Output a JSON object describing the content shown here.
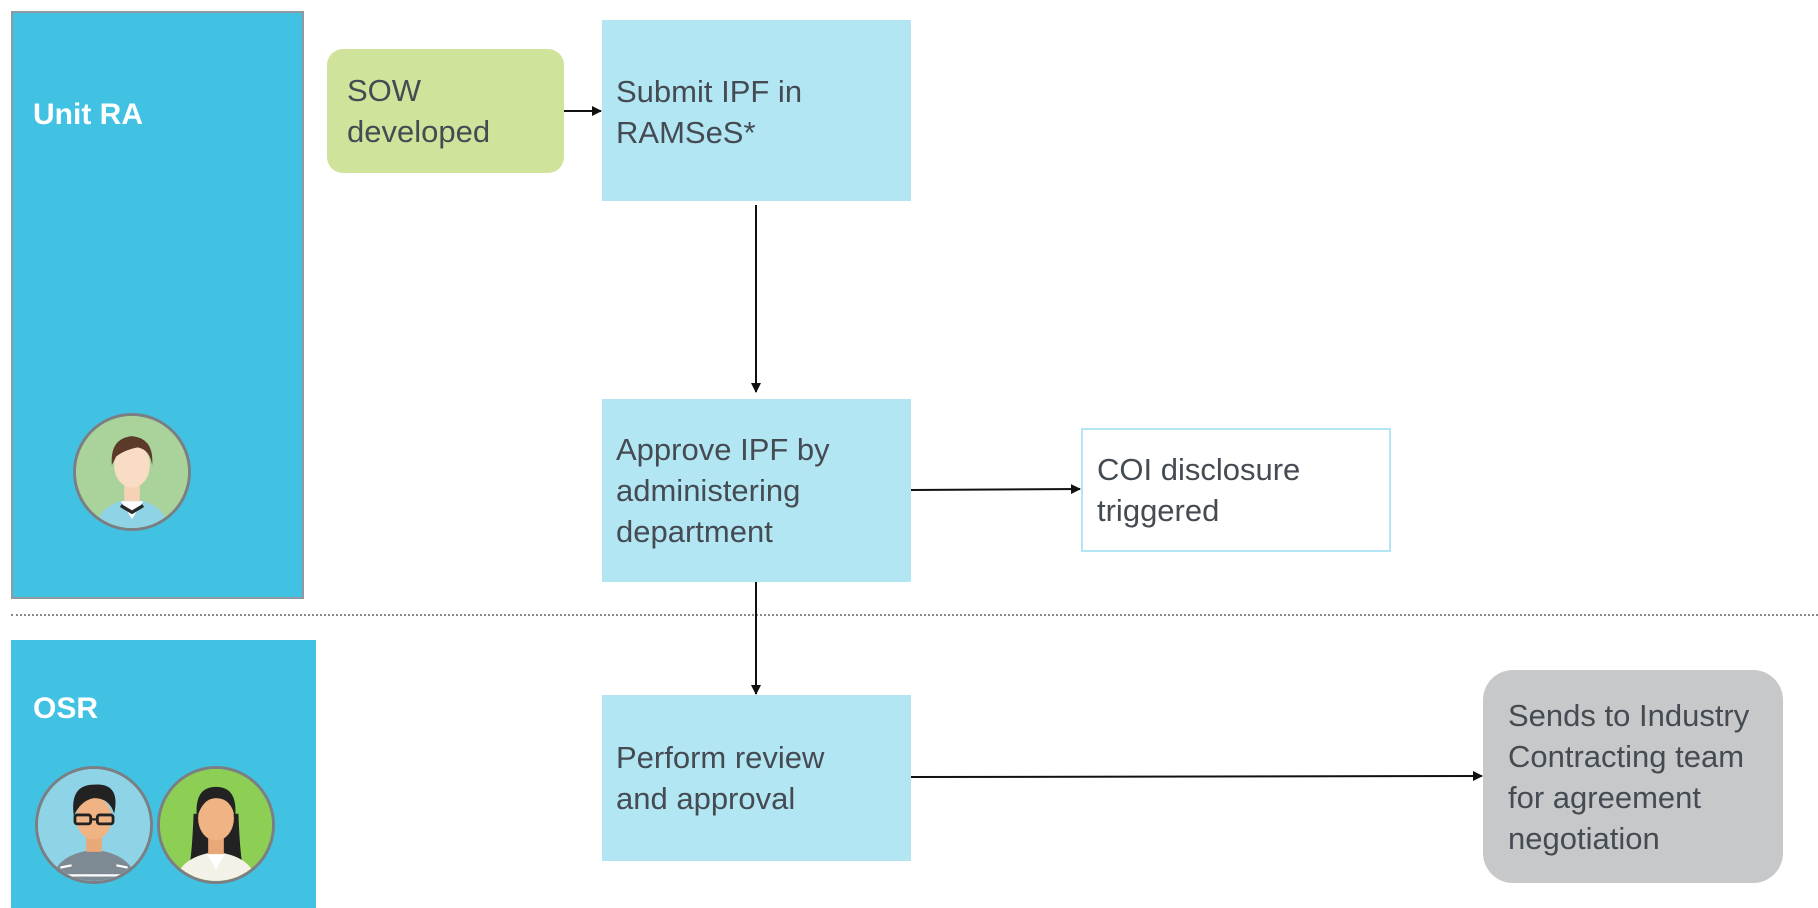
{
  "lanes": {
    "unit_ra": {
      "label": "Unit RA"
    },
    "osr": {
      "label": "OSR"
    }
  },
  "steps": {
    "sow": "SOW\ndeveloped",
    "submit_ipf": "Submit IPF in\nRAMSeS*",
    "approve_ipf": "Approve IPF by\nadministering\ndepartment",
    "coi": "COI disclosure\ntriggered",
    "review": "Perform review\nand approval",
    "industry": "Sends to Industry\nContracting team\nfor agreement\nnegotiation"
  },
  "colors": {
    "lane": "#41c2e3",
    "step": "#b3e6f3",
    "start": "#cfe49a",
    "end": "#c7c8c9",
    "text": "#454b53"
  },
  "icons": [
    "person-avatar-icon",
    "person-avatar-icon",
    "person-avatar-icon"
  ]
}
